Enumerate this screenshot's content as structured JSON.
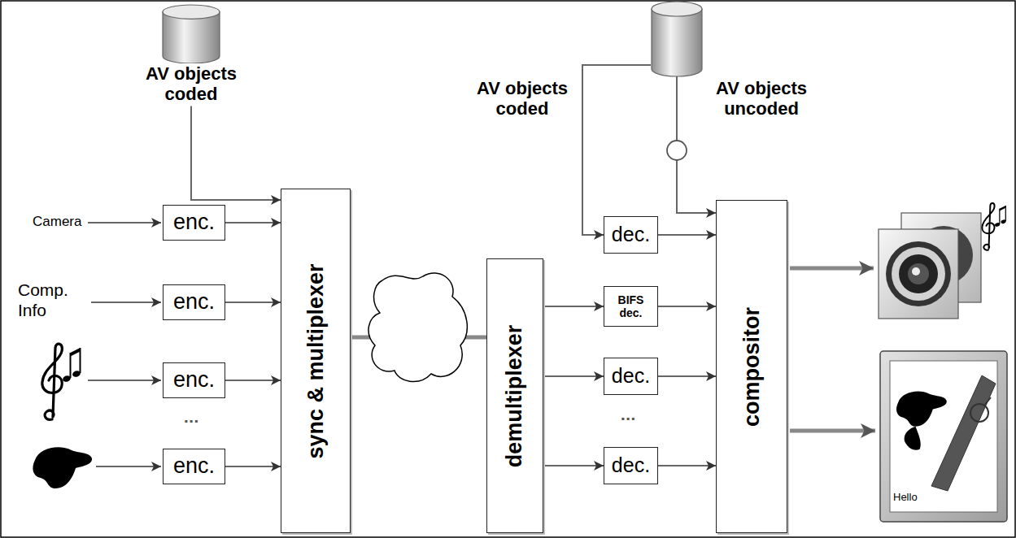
{
  "diagram": {
    "nodes": [
      {
        "text": [
          "AV objects coded"
        ]
      },
      {
        "text": [
          "AV objects coded",
          "AV objects uncoded"
        ]
      },
      {
        "text": [
          "enc."
        ]
      },
      {
        "text": [
          "enc."
        ]
      },
      {
        "text": [
          "enc."
        ]
      },
      {
        "text": [
          "enc."
        ]
      },
      {
        "text": [
          "sync & multiplexer"
        ]
      },
      {
        "text": [
          "demultiplexer"
        ]
      },
      {
        "text": [
          "dec."
        ]
      },
      {
        "text": [
          "BIFS dec."
        ]
      },
      {
        "text": [
          "dec."
        ]
      },
      {
        "text": [
          "dec."
        ]
      },
      {
        "text": [
          "compositor"
        ]
      }
    ],
    "edges": [
      {
        "from": 0,
        "to": 6,
        "arrow": "to"
      },
      {
        "from": 2,
        "to": 6,
        "arrow": "to"
      },
      {
        "from": 3,
        "to": 6,
        "arrow": "to"
      },
      {
        "from": 4,
        "to": 6,
        "arrow": "to"
      },
      {
        "from": 5,
        "to": 6,
        "arrow": "to"
      },
      {
        "from": 6,
        "to": 7,
        "arrow": "none"
      },
      {
        "from": 1,
        "to": 8,
        "arrow": "to"
      },
      {
        "from": 1,
        "to": 12,
        "arrow": "to"
      },
      {
        "from": 7,
        "to": 9,
        "arrow": "to"
      },
      {
        "from": 7,
        "to": 10,
        "arrow": "to"
      },
      {
        "from": 7,
        "to": 11,
        "arrow": "to"
      },
      {
        "from": 8,
        "to": 12,
        "arrow": "to"
      },
      {
        "from": 9,
        "to": 12,
        "arrow": "to"
      },
      {
        "from": 10,
        "to": 12,
        "arrow": "to"
      },
      {
        "from": 11,
        "to": 12,
        "arrow": "to"
      }
    ],
    "labels": [
      "Camera",
      "Comp. Info",
      "▪▪▪",
      "▪▪▪",
      "Hello"
    ]
  }
}
